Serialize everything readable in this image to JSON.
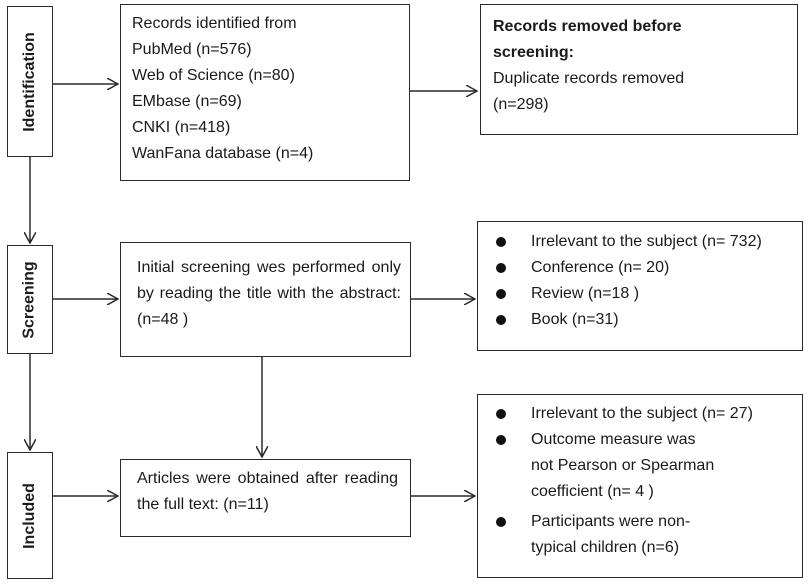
{
  "stages": {
    "identification": "Identification",
    "screening": "Screening",
    "included": "Included"
  },
  "identified": {
    "lines": [
      "Records identified from",
      "PubMed (n=576)",
      "Web of Science (n=80)",
      "EMbase (n=69)",
      "CNKI (n=418)",
      "WanFana database (n=4)"
    ]
  },
  "removed": {
    "title_line1": "Records removed before",
    "title_line2": "screening:",
    "text": "Duplicate records removed",
    "count": "(n=298)"
  },
  "screening_box": {
    "text": "Initial screening wes performed only by reading the title with the abstract: (n=48 )"
  },
  "screening_exclusions": [
    "Irrelevant to the subject (n= 732)",
    "Conference (n= 20)",
    "Review (n=18 )",
    "Book (n=31)"
  ],
  "included_box": {
    "text": "Articles were obtained after reading the full text: (n=11)"
  },
  "included_exclusions": [
    "Irrelevant to the subject (n= 27)",
    "Outcome measure was not Pearson or Spearman coefficient (n= 4 )",
    "Participants were non-typical children (n=6)"
  ]
}
